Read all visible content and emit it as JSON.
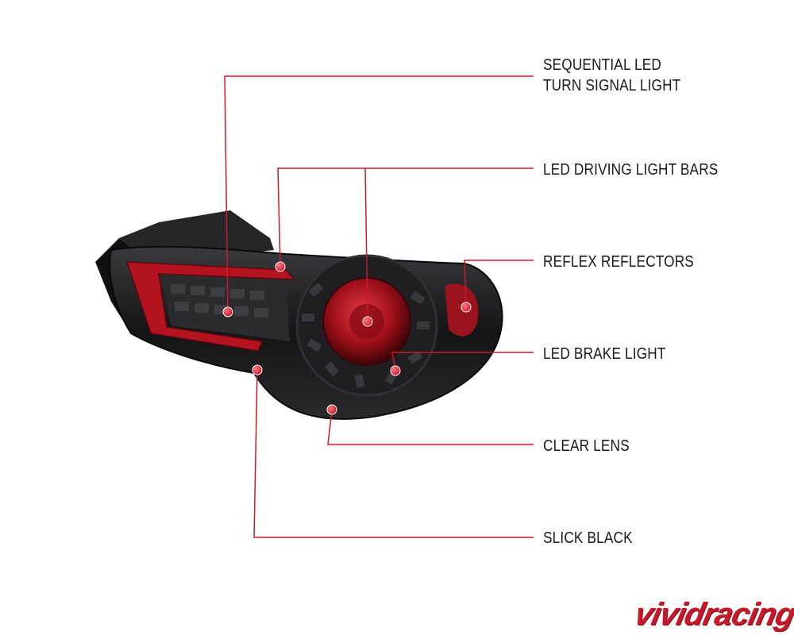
{
  "callouts": {
    "sequential_led_line1": "SEQUENTIAL LED",
    "sequential_led_line2": "TURN SIGNAL LIGHT",
    "driving_light_bars": "LED DRIVING LIGHT BARS",
    "reflex_reflectors": "REFLEX REFLECTORS",
    "brake_light": "LED BRAKE LIGHT",
    "clear_lens": "CLEAR LENS",
    "slick_black": "SLICK BLACK"
  },
  "watermark": {
    "text": "vividracing"
  },
  "colors": {
    "callout_line": "#c8192b",
    "label_text": "#1a1a1a",
    "housing": "#1c1c1e",
    "red_accent": "#b3141f"
  }
}
